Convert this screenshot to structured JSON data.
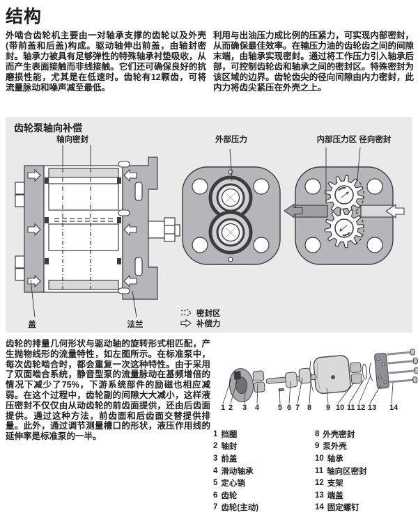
{
  "page": {
    "title": "结构"
  },
  "intro": {
    "col_left": "外啮合齿轮机主要由一对轴承支撑的齿轮以及外壳(带前盖和后盖)构成。驱动轴伸出前盖，由轴封密封。轴承力被具有足够弹性的特殊轴承衬垫吸收，从而产生表面接触而非线接触。它们还可确保良好的抗磨损性能，尤其是在低速时。齿轮有12颗齿，可将流量脉动和噪声减至最低。",
    "col_right": "利用与出油压力成比例的压紧力，可实现内部密封，从而确保最佳效率。在输压力油的齿轮齿之间的间隙末端，由轴承实现密封。通过将工作压力引入轴承后部，可控制齿轮齿和轴承之间的密封区。特殊密封为该区域的边界。齿轮齿尖的径向间隙由内力密封，此内力将齿尖紧压在外壳之上。"
  },
  "figure": {
    "title": "齿轮泵轴向补偿",
    "labels": {
      "axial_seal": "轴向密封",
      "external_pressure": "外部压力",
      "internal_pressure": "内部压力区 径向密封",
      "cover": "盖",
      "flange": "法兰"
    },
    "legend": [
      {
        "icon": "seal-zone-icon",
        "label": "密封区"
      },
      {
        "icon": "compensation-force-icon",
        "label": "补偿力"
      }
    ],
    "colors": {
      "panel_bg": "#e9eaea",
      "part_gray": "#b5b6b9",
      "channel_dark": "#9fa0a3",
      "outline": "#3d3d3f"
    }
  },
  "body_text": {
    "paragraph": "齿轮的排量几何形状与驱动轴的旋转形式相匹配，产生抛物线形的流量特性，如左图所示。在标准泵中，每次齿轮啮合时，都会重复一次这种特性。由于采用了双面啮合系统，静音型泵的流量脉动在基频增倍的情况下减少了75%，下游系统部件的励磁也相应减弱。在这个过程中，齿轮副的间隙大大减小，这样液压密封不仅仅由从动齿轮的前齿面提供，还由后齿面提供。通过这种方法，前齿面和后齿面交替提供排量。此外，通过调节测量槽口的形状，液压作用线的延伸率是标准泵的一半。"
  },
  "exploded": {
    "callouts": [
      "1",
      "2",
      "3",
      "4",
      "5",
      "6",
      "7",
      "8",
      "9",
      "10",
      "11",
      "12",
      "13",
      "14"
    ]
  },
  "parts_list": {
    "column1": [
      {
        "num": "1",
        "name": "挡圈"
      },
      {
        "num": "2",
        "name": "轴封"
      },
      {
        "num": "3",
        "name": "前盖"
      },
      {
        "num": "4",
        "name": "滑动轴承"
      },
      {
        "num": "5",
        "name": "定心销"
      },
      {
        "num": "6",
        "name": "齿轮"
      },
      {
        "num": "7",
        "name": "齿轮(主动)"
      }
    ],
    "column2": [
      {
        "num": "8",
        "name": "外壳密封"
      },
      {
        "num": "9",
        "name": "泵外壳"
      },
      {
        "num": "10",
        "name": "轴承"
      },
      {
        "num": "11",
        "name": "轴向区密封"
      },
      {
        "num": "12",
        "name": "支架"
      },
      {
        "num": "13",
        "name": "端盖"
      },
      {
        "num": "14",
        "name": "固定螺钉"
      }
    ]
  }
}
